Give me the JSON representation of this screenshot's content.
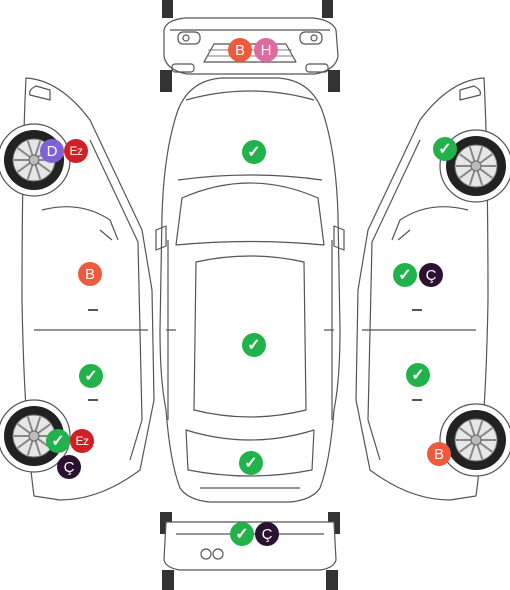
{
  "colors": {
    "ok": "#22b24c",
    "painted": "#f05a3c",
    "changed": "#2b1230",
    "local_painted": "#e06aa0",
    "dent": "#8062d6",
    "scratch": "#d11f26",
    "outline": "#555555",
    "tire": "#222222"
  },
  "icons": {
    "ok": "checkmark-icon"
  },
  "markers": [
    {
      "id": "front-bumper-b",
      "kind": "painted",
      "label": "B"
    },
    {
      "id": "front-bumper-h",
      "kind": "local_painted",
      "label": "H"
    },
    {
      "id": "left-front-fender-d",
      "kind": "dent",
      "label": "D"
    },
    {
      "id": "left-front-fender-ez",
      "kind": "scratch",
      "label": "Ez"
    },
    {
      "id": "left-front-door-b",
      "kind": "painted",
      "label": "B"
    },
    {
      "id": "left-rear-door-ok",
      "kind": "ok",
      "label": "✓"
    },
    {
      "id": "left-rear-fender-ok",
      "kind": "ok",
      "label": "✓"
    },
    {
      "id": "left-rear-fender-ez",
      "kind": "scratch",
      "label": "Ez"
    },
    {
      "id": "left-rear-fender-c",
      "kind": "changed",
      "label": "Ç"
    },
    {
      "id": "hood-ok",
      "kind": "ok",
      "label": "✓"
    },
    {
      "id": "roof-ok",
      "kind": "ok",
      "label": "✓"
    },
    {
      "id": "trunk-ok",
      "kind": "ok",
      "label": "✓"
    },
    {
      "id": "right-front-fender-ok",
      "kind": "ok",
      "label": "✓"
    },
    {
      "id": "right-front-door-ok",
      "kind": "ok",
      "label": "✓"
    },
    {
      "id": "right-front-door-c",
      "kind": "changed",
      "label": "Ç"
    },
    {
      "id": "right-rear-door-ok",
      "kind": "ok",
      "label": "✓"
    },
    {
      "id": "right-rear-fender-b",
      "kind": "painted",
      "label": "B"
    },
    {
      "id": "rear-bumper-ok",
      "kind": "ok",
      "label": "✓"
    },
    {
      "id": "rear-bumper-c",
      "kind": "changed",
      "label": "Ç"
    }
  ]
}
